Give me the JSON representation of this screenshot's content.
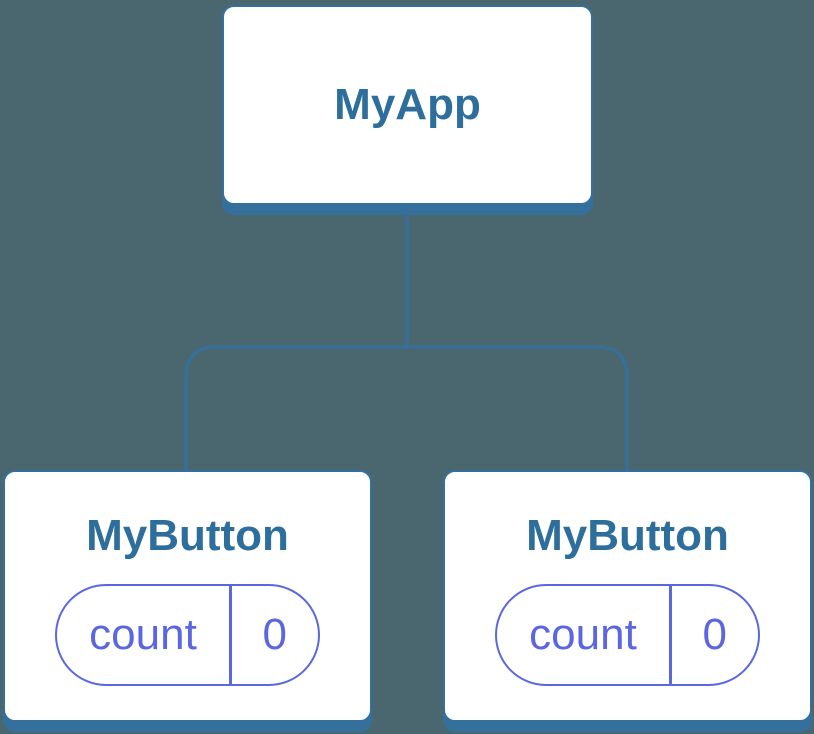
{
  "colors": {
    "bg": "#4A6770",
    "line": "#35709D",
    "heading": "#2E6E9C",
    "purple": "#5B67E0",
    "node_bg": "#FFFFFF"
  },
  "tree": {
    "root": {
      "label": "MyApp"
    },
    "children": [
      {
        "label": "MyButton",
        "state": {
          "name": "count",
          "value": "0"
        }
      },
      {
        "label": "MyButton",
        "state": {
          "name": "count",
          "value": "0"
        }
      }
    ]
  }
}
